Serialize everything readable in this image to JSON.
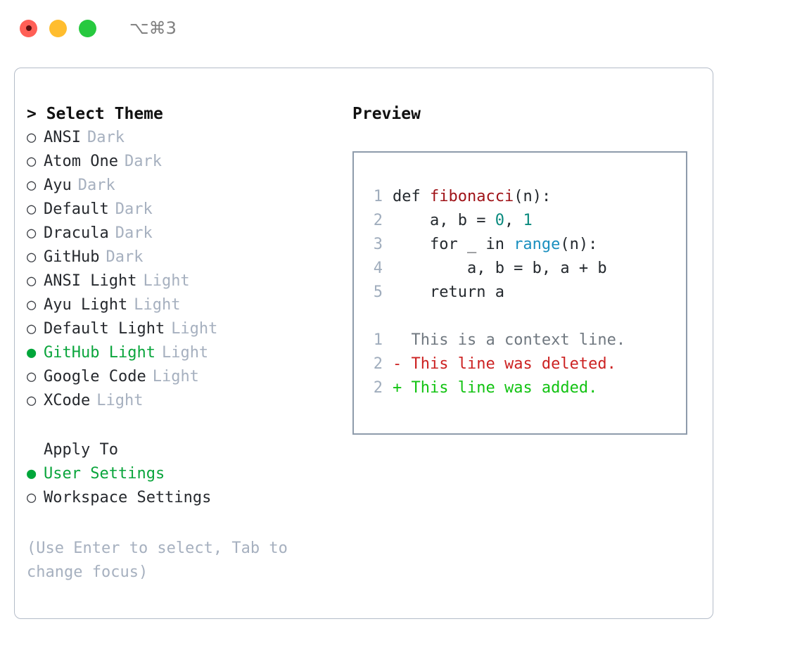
{
  "window": {
    "shortcut_title": "⌥⌘3",
    "traffic_lights": [
      {
        "name": "close",
        "color": "#ff5f56"
      },
      {
        "name": "minimize",
        "color": "#ffbd2e"
      },
      {
        "name": "zoom",
        "color": "#27c93f"
      }
    ]
  },
  "theme_panel": {
    "heading": "> Select Theme",
    "selected_bullet": "●",
    "unselected_bullet": "○",
    "selected_color": "#0aa53c",
    "items": [
      {
        "name": "ANSI",
        "tag": "Dark",
        "selected": false
      },
      {
        "name": "Atom One",
        "tag": "Dark",
        "selected": false
      },
      {
        "name": "Ayu",
        "tag": "Dark",
        "selected": false
      },
      {
        "name": "Default",
        "tag": "Dark",
        "selected": false
      },
      {
        "name": "Dracula",
        "tag": "Dark",
        "selected": false
      },
      {
        "name": "GitHub",
        "tag": "Dark",
        "selected": false
      },
      {
        "name": "ANSI Light",
        "tag": "Light",
        "selected": false
      },
      {
        "name": "Ayu Light",
        "tag": "Light",
        "selected": false
      },
      {
        "name": "Default Light",
        "tag": "Light",
        "selected": false
      },
      {
        "name": "GitHub Light",
        "tag": "Light",
        "selected": true
      },
      {
        "name": "Google Code",
        "tag": "Light",
        "selected": false
      },
      {
        "name": "XCode",
        "tag": "Light",
        "selected": false
      }
    ]
  },
  "apply_to": {
    "heading": "Apply To",
    "options": [
      {
        "label": "User Settings",
        "selected": true
      },
      {
        "label": "Workspace Settings",
        "selected": false
      }
    ]
  },
  "hint": "(Use Enter to select, Tab to change focus)",
  "preview": {
    "heading": "Preview",
    "code_lines": [
      {
        "no": "1",
        "tokens": [
          {
            "text": "def ",
            "cls": "t-plain"
          },
          {
            "text": "fibonacci",
            "cls": "t-fn"
          },
          {
            "text": "(n):",
            "cls": "t-plain"
          }
        ]
      },
      {
        "no": "2",
        "tokens": [
          {
            "text": "    a, b = ",
            "cls": "t-plain"
          },
          {
            "text": "0",
            "cls": "t-num"
          },
          {
            "text": ", ",
            "cls": "t-plain"
          },
          {
            "text": "1",
            "cls": "t-num"
          }
        ]
      },
      {
        "no": "3",
        "tokens": [
          {
            "text": "    for _ in ",
            "cls": "t-plain"
          },
          {
            "text": "range",
            "cls": "t-builtin"
          },
          {
            "text": "(n):",
            "cls": "t-plain"
          }
        ]
      },
      {
        "no": "4",
        "tokens": [
          {
            "text": "        a, b = b, a + b",
            "cls": "t-plain"
          }
        ]
      },
      {
        "no": "5",
        "tokens": [
          {
            "text": "    return a",
            "cls": "t-plain"
          }
        ]
      }
    ],
    "diff_lines": [
      {
        "no": "1",
        "marker": "  ",
        "text": "This is a context line.",
        "kind": "d-context"
      },
      {
        "no": "2",
        "marker": "- ",
        "text": "This line was deleted.",
        "kind": "d-del"
      },
      {
        "no": "2",
        "marker": "+ ",
        "text": "This line was added.",
        "kind": "d-add"
      }
    ]
  }
}
